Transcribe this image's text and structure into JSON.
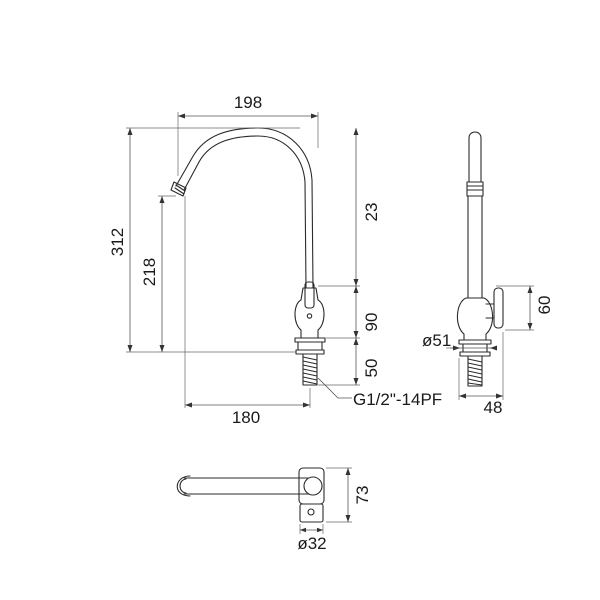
{
  "drawing": {
    "front_view": {
      "width_total": "198",
      "height_total": "312",
      "height_spout": "218",
      "dim_upper": "23",
      "dim_body": "90",
      "dim_shank": "50",
      "reach": "180",
      "thread": "G1/2\"-14PF"
    },
    "side_view": {
      "lever_height": "60",
      "base_diameter": "ø51",
      "base_depth": "48"
    },
    "top_view": {
      "body_length": "73",
      "spout_diameter": "ø32"
    }
  }
}
